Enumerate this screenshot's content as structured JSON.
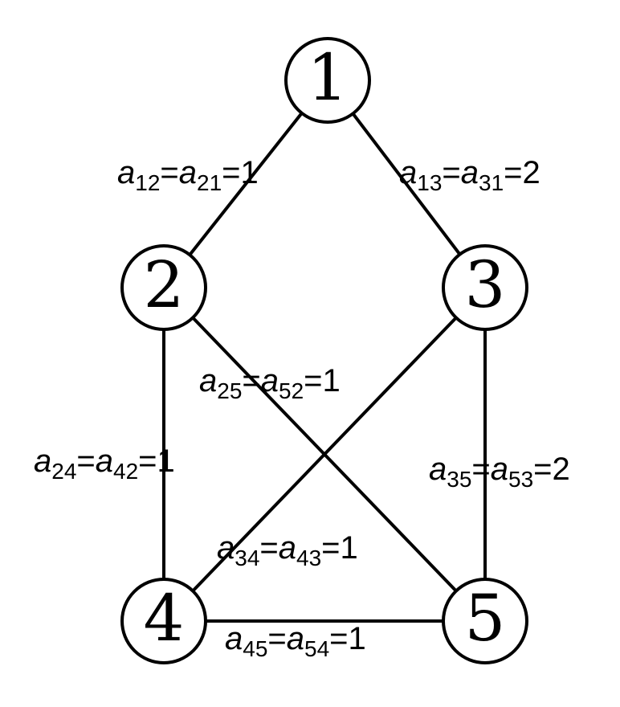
{
  "nodes": [
    {
      "id": "1",
      "label": "1"
    },
    {
      "id": "2",
      "label": "2"
    },
    {
      "id": "3",
      "label": "3"
    },
    {
      "id": "4",
      "label": "4"
    },
    {
      "id": "5",
      "label": "5"
    }
  ],
  "edges": [
    {
      "from": "1",
      "to": "2",
      "sym": "a",
      "sub1": "12",
      "sub2": "21",
      "value": "1"
    },
    {
      "from": "1",
      "to": "3",
      "sym": "a",
      "sub1": "13",
      "sub2": "31",
      "value": "2"
    },
    {
      "from": "2",
      "to": "4",
      "sym": "a",
      "sub1": "24",
      "sub2": "42",
      "value": "1"
    },
    {
      "from": "2",
      "to": "5",
      "sym": "a",
      "sub1": "25",
      "sub2": "52",
      "value": "1"
    },
    {
      "from": "3",
      "to": "4",
      "sym": "a",
      "sub1": "34",
      "sub2": "43",
      "value": "1"
    },
    {
      "from": "3",
      "to": "5",
      "sym": "a",
      "sub1": "35",
      "sub2": "53",
      "value": "2"
    },
    {
      "from": "4",
      "to": "5",
      "sym": "a",
      "sub1": "45",
      "sub2": "54",
      "value": "1"
    }
  ]
}
